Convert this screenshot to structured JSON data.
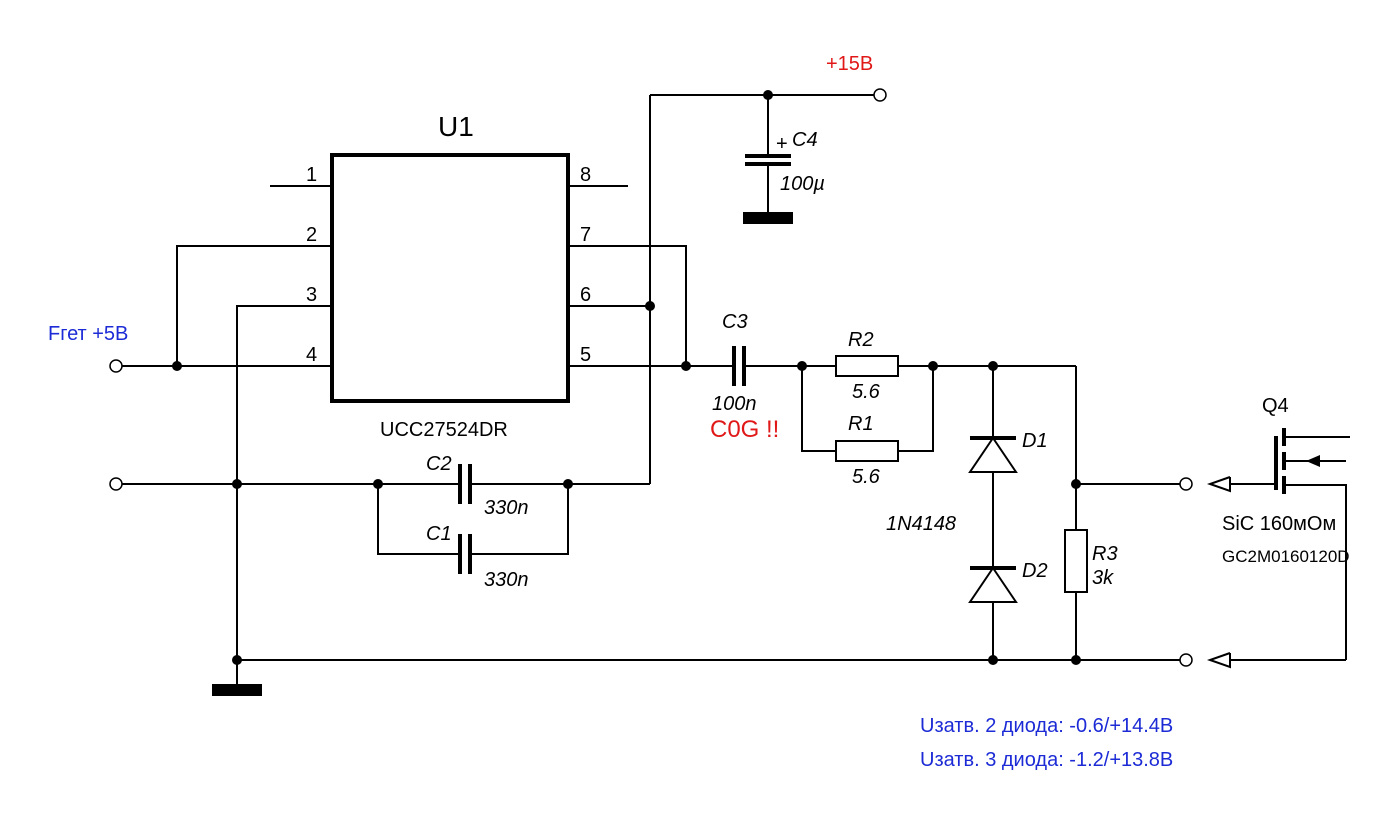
{
  "ic": {
    "ref": "U1",
    "part": "UCC27524DR",
    "pins": [
      "1",
      "2",
      "3",
      "4",
      "5",
      "6",
      "7",
      "8"
    ]
  },
  "supply": {
    "label": "+15В"
  },
  "input": {
    "label": "Fгет +5В"
  },
  "c1": {
    "ref": "C1",
    "value": "330n"
  },
  "c2": {
    "ref": "C2",
    "value": "330n"
  },
  "c3": {
    "ref": "C3",
    "value": "100n",
    "note": "C0G !!"
  },
  "c4": {
    "ref": "C4",
    "value": "100µ",
    "polarity": "+"
  },
  "r1": {
    "ref": "R1",
    "value": "5.6"
  },
  "r2": {
    "ref": "R2",
    "value": "5.6"
  },
  "r3": {
    "ref": "R3",
    "value": "3k"
  },
  "d1": {
    "ref": "D1"
  },
  "d2": {
    "ref": "D2"
  },
  "diode_part": "1N4148",
  "q4": {
    "ref": "Q4",
    "desc": "SiC 160мОм",
    "part": "GC2M0160120D"
  },
  "notes": [
    "Uзатв. 2 диода: -0.6/+14.4В",
    "Uзатв. 3 диода: -1.2/+13.8В"
  ],
  "colors": {
    "wire": "#000000",
    "input_label": "#1c2bd6",
    "supply_label": "#e01818",
    "c0g_note": "#e01818",
    "notes": "#1c2bd6"
  }
}
